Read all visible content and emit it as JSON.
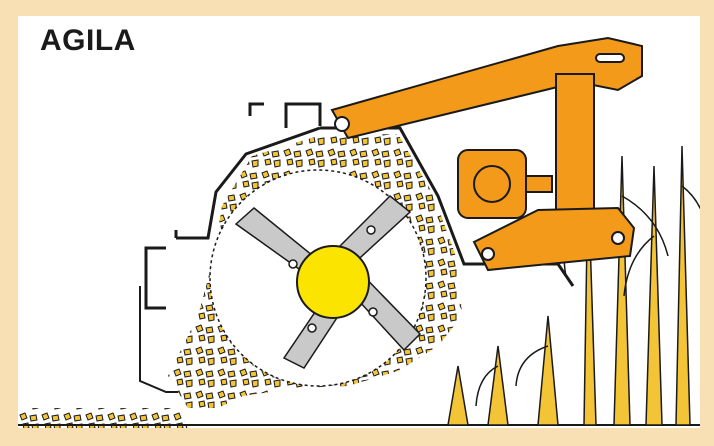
{
  "title": "AGILA",
  "colors": {
    "frame": "#f8e0b4",
    "panel": "#ffffff",
    "arm_orange": "#f39a1b",
    "hub_yellow": "#fbe400",
    "blade_grey": "#c9c9c9",
    "chips_yellow": "#f3c436",
    "outline": "#1a1a1a"
  },
  "icons": [
    "mulcher-housing",
    "rotor-hub",
    "hammer-blades",
    "three-point-arm",
    "gearbox",
    "maize-stalks",
    "shredded-residue"
  ]
}
